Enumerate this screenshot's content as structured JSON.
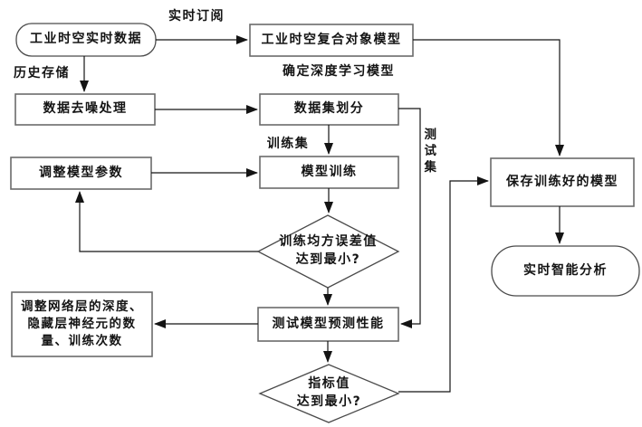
{
  "diagram": {
    "background": "#ffffff",
    "colors": {
      "box_border": "#6b6b6b",
      "line": "#141414",
      "text": "#141414"
    },
    "nodes": {
      "realtime_data": {
        "label": "工业时空实时数据",
        "shape": "stadium"
      },
      "composite_model": {
        "label": "工业时空复合对象模型",
        "shape": "rect"
      },
      "denoise": {
        "label": "数据去噪处理",
        "shape": "rect"
      },
      "dataset_split": {
        "label": "数据集划分",
        "shape": "rect"
      },
      "adjust_params": {
        "label": "调整模型参数",
        "shape": "rect"
      },
      "model_train": {
        "label": "模型训练",
        "shape": "rect"
      },
      "save_model": {
        "label": "保存训练好的模型",
        "shape": "rect"
      },
      "mse_check": {
        "label": "训练均方误差值\n达到最小?",
        "shape": "diamond"
      },
      "test_performance": {
        "label": "测试模型预测性能",
        "shape": "rect"
      },
      "metric_check": {
        "label": "指标值\n达到最小?",
        "shape": "diamond"
      },
      "adjust_network": {
        "label": "调整网络层的深度、\n隐藏层神经元的数\n量、训练次数",
        "shape": "rect"
      },
      "realtime_analysis": {
        "label": "实时智能分析",
        "shape": "stadium"
      }
    },
    "edge_labels": {
      "realtime_subscribe": "实时订阅",
      "history_store": "历史存储",
      "determine_model": "确定深度学习模型",
      "train_set": "训练集",
      "test_set": "测\n试\n集"
    }
  }
}
